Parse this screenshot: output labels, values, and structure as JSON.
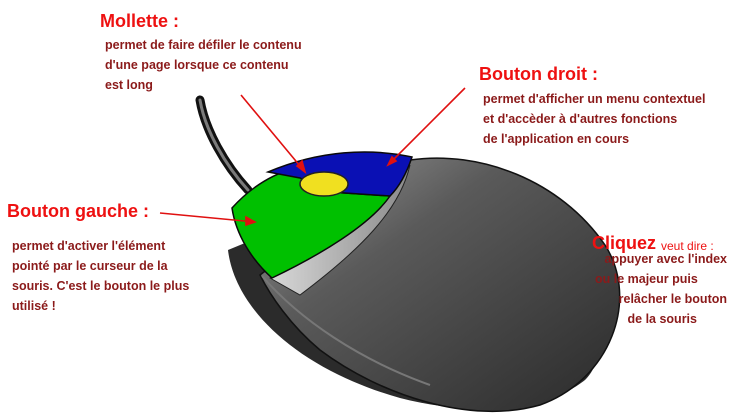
{
  "colors": {
    "title_red": "#ee1111",
    "text_darkred": "#8b1a1a",
    "arrow_red": "#e01010",
    "left_button": "#00c000",
    "right_button": "#0a10b4",
    "wheel": "#f0e020",
    "body_dark": "#3f3f3f"
  },
  "icons": {
    "mouse": "computer-mouse"
  },
  "labels": {
    "mollette": {
      "title": "Mollette :",
      "lines": [
        "permet de faire défiler le contenu",
        "d'une page lorsque ce contenu",
        "est long"
      ]
    },
    "bouton_droit": {
      "title": "Bouton droit :",
      "lines": [
        "permet d'afficher un menu contextuel",
        "et d'accèder à d'autres fonctions",
        "de l'application en cours"
      ]
    },
    "bouton_gauche": {
      "title": "Bouton gauche :",
      "lines": [
        "permet d'activer l'élément",
        "pointé par le curseur de la",
        "souris. C'est le bouton le plus",
        "utilisé !"
      ]
    },
    "cliquez": {
      "title": "Cliquez",
      "suffix": "veut dire :",
      "lines": [
        "appuyer avec l'index",
        "ou le majeur puis",
        "relâcher le bouton",
        "de la souris"
      ]
    }
  }
}
